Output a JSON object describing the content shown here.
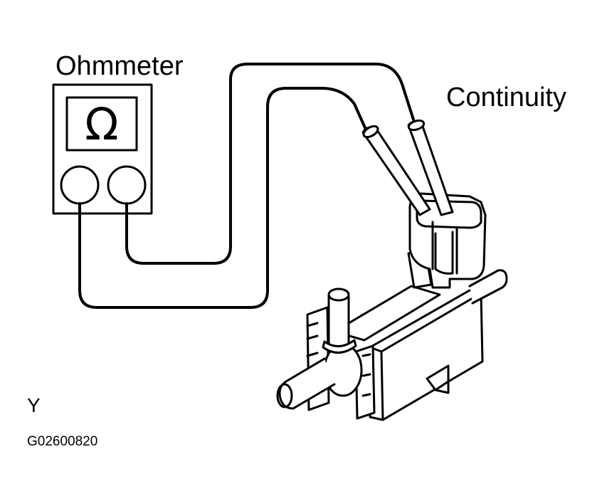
{
  "meter": {
    "title": "Ohmmeter",
    "symbol": "Ω"
  },
  "labels": {
    "continuity": "Continuity",
    "view": "Y",
    "figure_code": "G02600820"
  },
  "icons": {
    "meter": "ohmmeter-icon",
    "solenoid": "vacuum-switching-valve-icon",
    "probes": "test-probe-icon"
  },
  "colors": {
    "ink": "#000000",
    "paper": "#ffffff"
  }
}
